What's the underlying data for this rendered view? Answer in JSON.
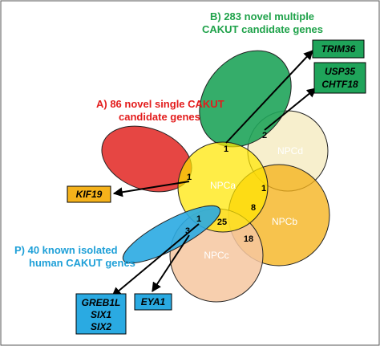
{
  "labels": {
    "a_line1": "A) 86 novel single CAKUT",
    "a_line2": "candidate genes",
    "b_line1": "B) 283 novel multiple",
    "b_line2": "CAKUT candidate genes",
    "p_line1": "P) 40 known isolated",
    "p_line2": "human CAKUT genes"
  },
  "sets": {
    "npca": "NPCa",
    "npcb": "NPCb",
    "npcc": "NPCc",
    "npcd": "NPCd"
  },
  "counts": {
    "b_npca": "1",
    "b_npcd": "2",
    "a_npca": "1",
    "npca_npcb_npcd": "1",
    "npca_npcb": "8",
    "npca_npcb_npcc": "25",
    "npcb_npcc": "18",
    "p_npca_npcc": "1",
    "p_npcc": "3"
  },
  "genes": {
    "trim36": "TRIM36",
    "usp35": "USP35",
    "chtf18": "CHTF18",
    "kif19": "KIF19",
    "greb1l": "GREB1L",
    "six1": "SIX1",
    "six2": "SIX2",
    "eya1": "EYA1"
  },
  "colors": {
    "red": "#e3322f",
    "green": "#1fa45a",
    "blue": "#2aaae2",
    "yellow": "#ffe600",
    "orange": "#f5b21b",
    "peach": "#f6c7a0",
    "cream": "#f6ecc4",
    "box_green": "#1fa45a",
    "box_orange": "#f5b21b",
    "box_blue": "#2aaae2"
  }
}
